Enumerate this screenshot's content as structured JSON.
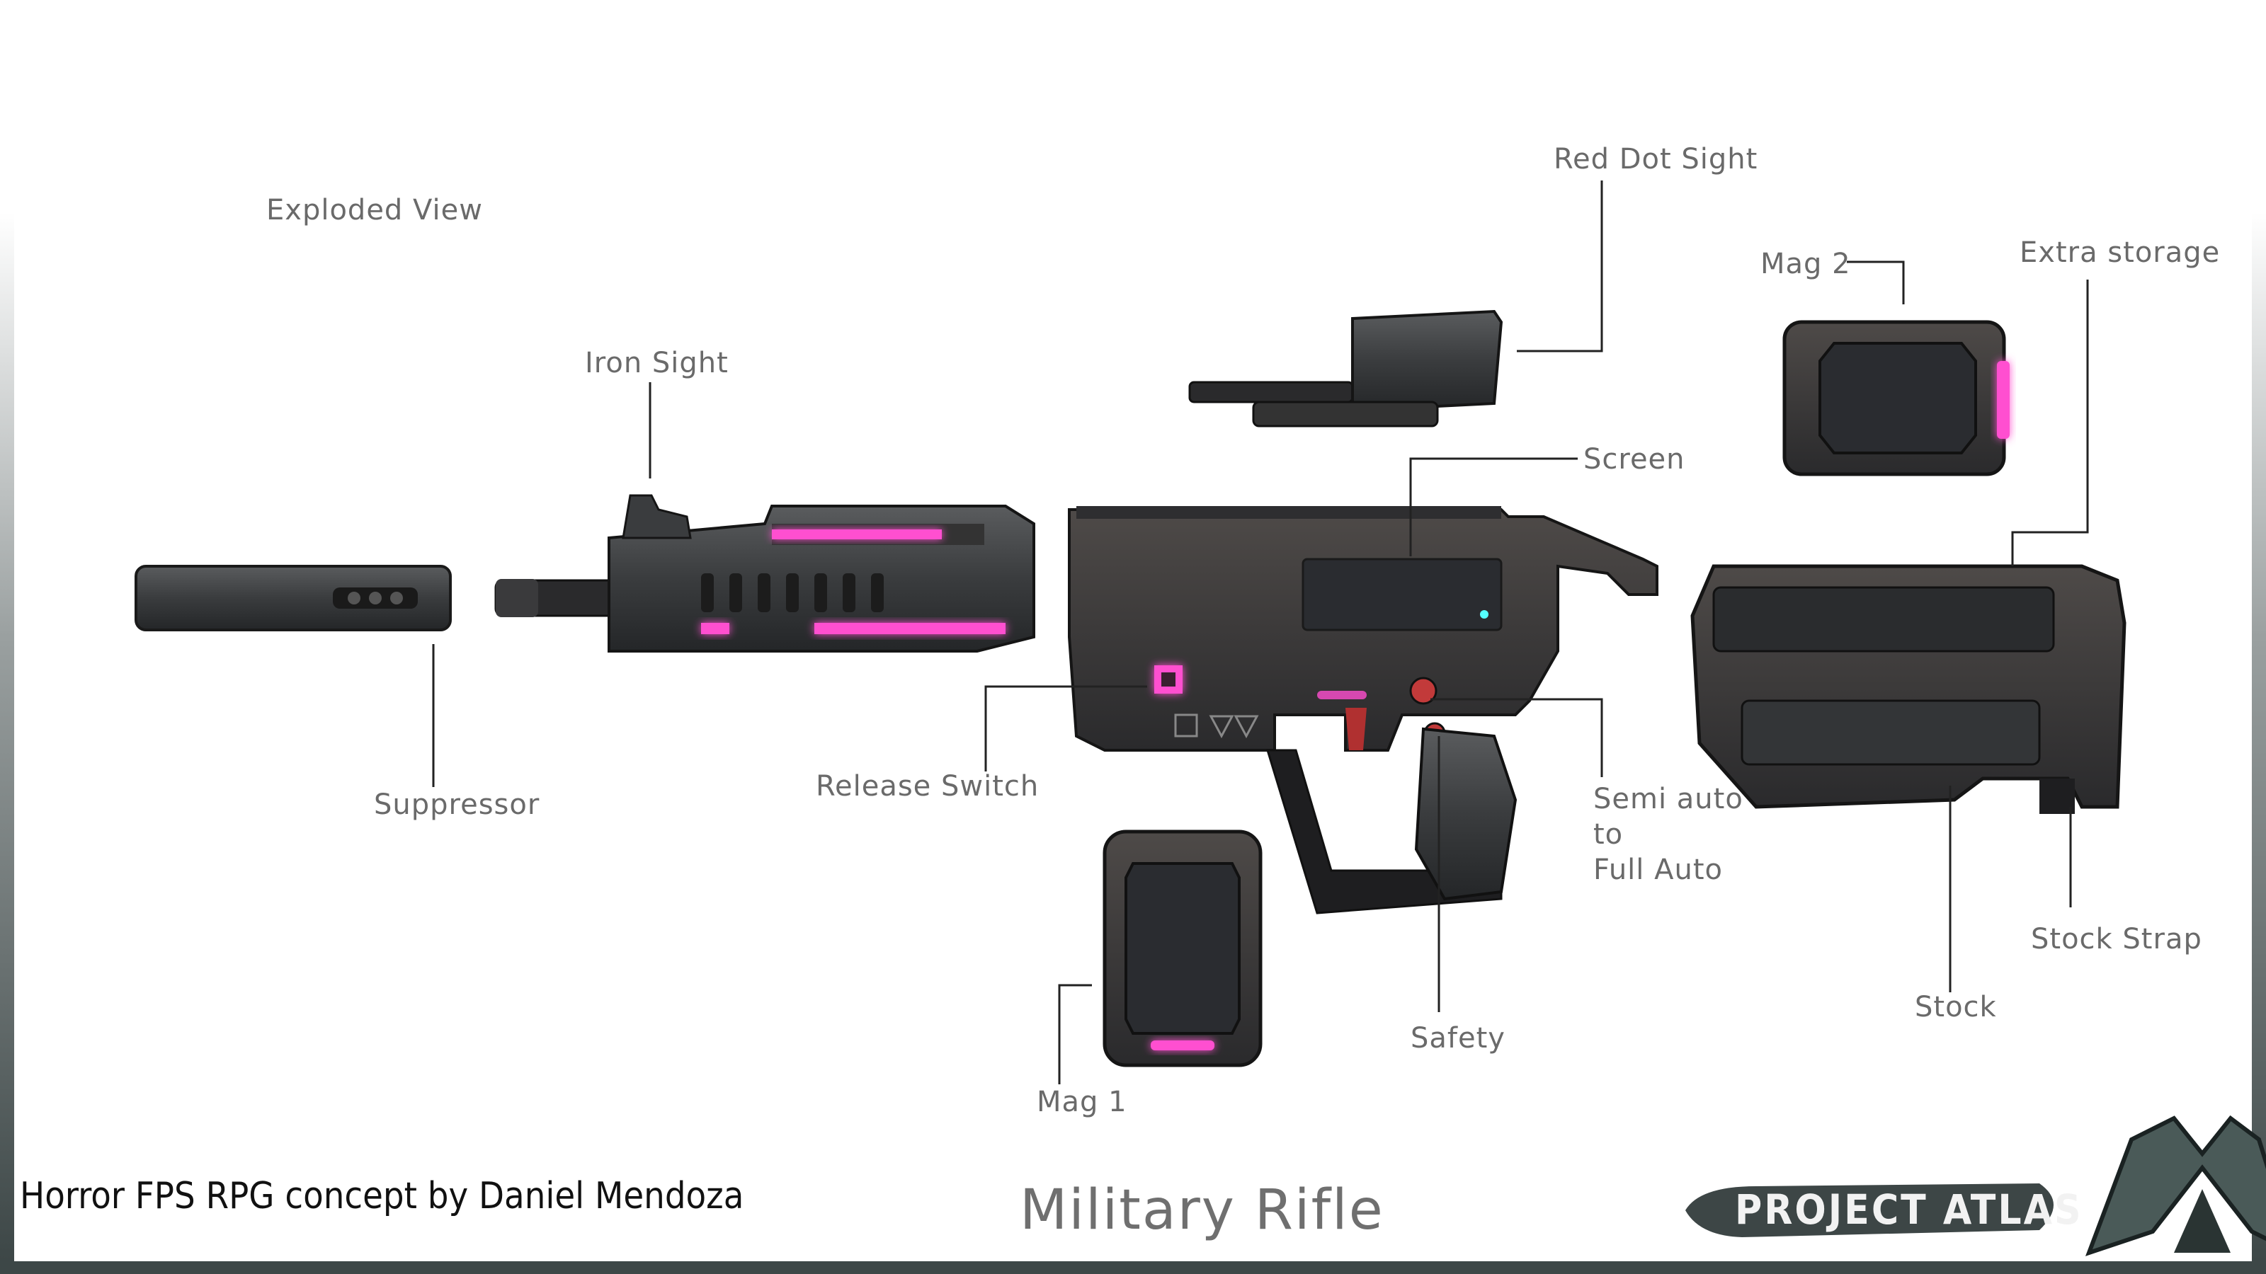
{
  "labels": {
    "exploded_view": "Exploded View",
    "red_dot_sight": "Red Dot Sight",
    "mag_2": "Mag 2",
    "extra_storage": "Extra storage",
    "iron_sight": "Iron Sight",
    "screen": "Screen",
    "suppressor": "Suppressor",
    "release_switch": "Release Switch",
    "semi_to_full": "Semi auto\nto\nFull Auto",
    "stock_strap": "Stock Strap",
    "stock": "Stock",
    "safety": "Safety",
    "mag_1": "Mag 1"
  },
  "footer": {
    "credit": "Horror FPS RPG concept by Daniel Mendoza",
    "title": "Military Rifle",
    "brand": "PROJECT ATLAS"
  },
  "colors": {
    "accent_glow": "#ff4fd0",
    "metal_dark": "#2a2c2e",
    "metal_mid": "#4a4c4e",
    "label_gray": "#6a6a6a"
  }
}
